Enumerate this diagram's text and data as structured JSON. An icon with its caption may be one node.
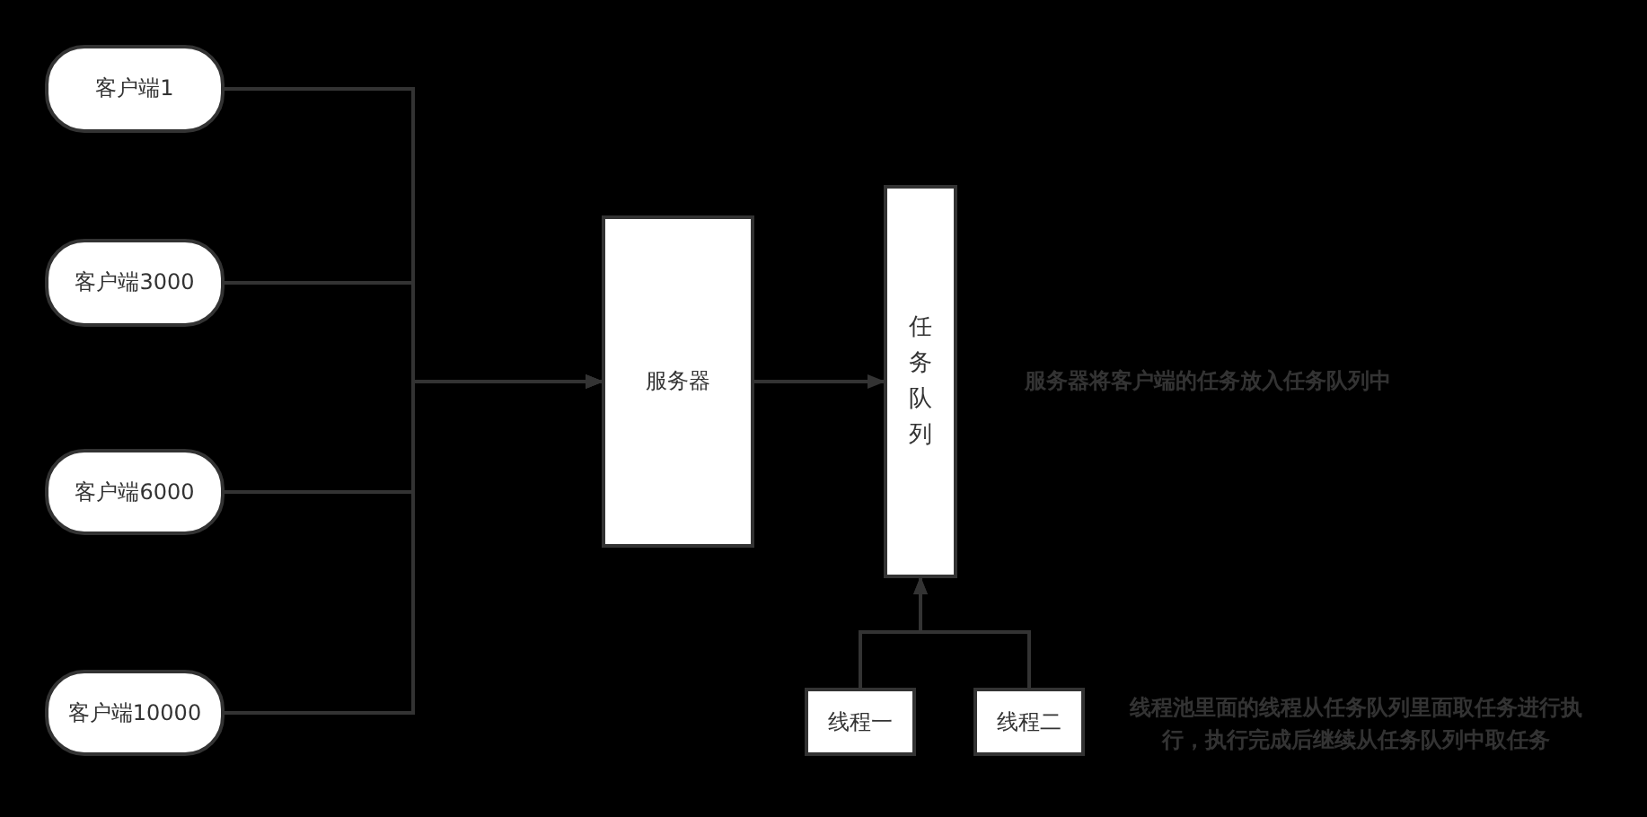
{
  "diagram": {
    "nodes": [
      {
        "text": [
          "客户端1"
        ]
      },
      {
        "text": [
          "客户端3000"
        ]
      },
      {
        "text": [
          "客户端6000"
        ]
      },
      {
        "text": [
          "客户端10000"
        ]
      },
      {
        "text": [
          "服务器"
        ]
      },
      {
        "text": [
          "任务队列"
        ]
      },
      {
        "text": [
          "线程一"
        ]
      },
      {
        "text": [
          "线程二"
        ]
      }
    ],
    "edges": [
      {
        "from": 0,
        "to": 4,
        "arrow": "to"
      },
      {
        "from": 1,
        "to": 4,
        "arrow": "to"
      },
      {
        "from": 2,
        "to": 4,
        "arrow": "to"
      },
      {
        "from": 3,
        "to": 4,
        "arrow": "to"
      },
      {
        "from": 4,
        "to": 5,
        "arrow": "to"
      },
      {
        "from": 6,
        "to": 5,
        "arrow": "to"
      },
      {
        "from": 7,
        "to": 5,
        "arrow": "to"
      }
    ],
    "labels": [
      "服务器将客户端的任务放入任务队列中",
      "线程池里面的线程从任务队列里面取任务进行执行，执行完成后继续从任务队列中取任务"
    ]
  }
}
